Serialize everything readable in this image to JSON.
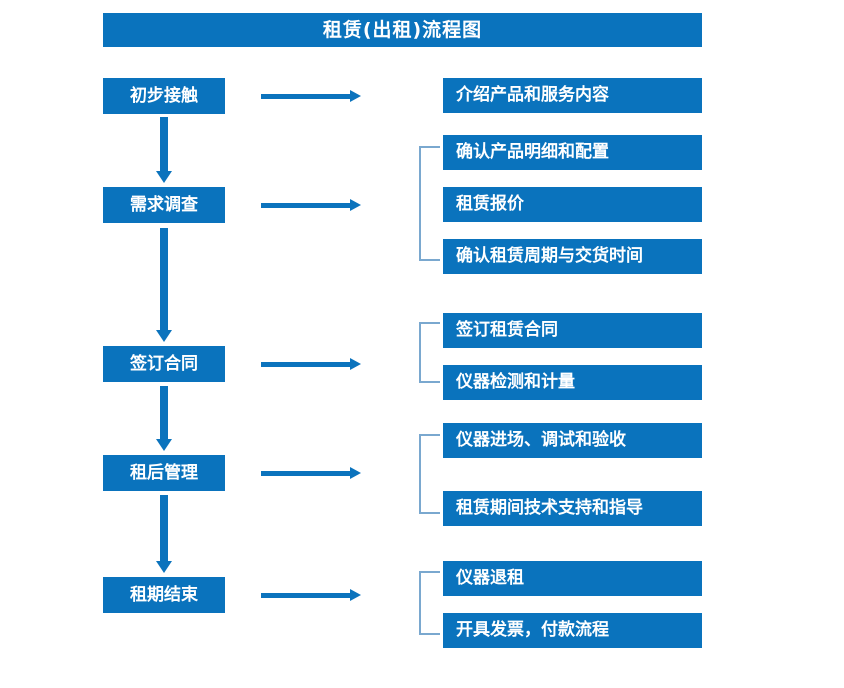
{
  "document": {
    "title": "租赁(出租)流程图",
    "type": "flowchart",
    "accent_color": "#0a73bd",
    "bracket_color": "#7aa8cf",
    "background_color": "#ffffff",
    "text_color": "#ffffff"
  },
  "stages": [
    {
      "id": "stage-1",
      "label": "初步接触"
    },
    {
      "id": "stage-2",
      "label": "需求调查"
    },
    {
      "id": "stage-3",
      "label": "签订合同"
    },
    {
      "id": "stage-4",
      "label": "租后管理"
    },
    {
      "id": "stage-5",
      "label": "租期结束"
    }
  ],
  "details": [
    {
      "id": "detail-1",
      "label": "介绍产品和服务内容",
      "group": 1
    },
    {
      "id": "detail-2",
      "label": "确认产品明细和配置",
      "group": 2
    },
    {
      "id": "detail-3",
      "label": "租赁报价",
      "group": 2
    },
    {
      "id": "detail-4",
      "label": "确认租赁周期与交货时间",
      "group": 2
    },
    {
      "id": "detail-5",
      "label": "签订租赁合同",
      "group": 3
    },
    {
      "id": "detail-6",
      "label": "仪器检测和计量",
      "group": 3
    },
    {
      "id": "detail-7",
      "label": "仪器进场、调试和验收",
      "group": 4
    },
    {
      "id": "detail-8",
      "label": "租赁期间技术支持和指导",
      "group": 4
    },
    {
      "id": "detail-9",
      "label": "仪器退租",
      "group": 5
    },
    {
      "id": "detail-10",
      "label": "开具发票，付款流程",
      "group": 5
    }
  ],
  "connectors": {
    "horizontal_arrow_count": 5,
    "vertical_arrow_count": 4,
    "bracket_count": 4,
    "direction": "left-to-right and top-to-bottom"
  }
}
